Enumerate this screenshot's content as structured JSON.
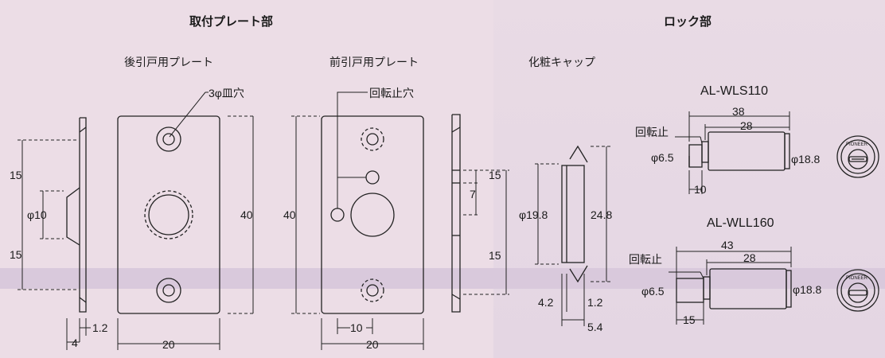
{
  "sections": {
    "plate_title": "取付プレート部",
    "lock_title": "ロック部"
  },
  "parts": {
    "rear_plate": "後引戸用プレート",
    "front_plate": "前引戸用プレート",
    "cap": "化粧キャップ"
  },
  "annotations": {
    "countersunk": "3φ皿穴",
    "anti_rotation_hole": "回転止穴",
    "anti_rotation": "回転止"
  },
  "dims": {
    "d15a": "15",
    "d10dia": "φ10",
    "d15b": "15",
    "d40a": "40",
    "d40b": "40",
    "d1_2": "1.2",
    "d4": "4",
    "d20a": "20",
    "d10": "10",
    "d20b": "20",
    "d15c": "15",
    "d7": "7",
    "d15d": "15",
    "d19_8": "φ19.8",
    "d24_8": "24.8",
    "d4_2": "4.2",
    "d1_2b": "1.2",
    "d5_4": "5.4"
  },
  "locks": [
    {
      "model": "AL-WLS110",
      "overall": "38",
      "body": "28",
      "pin_dia": "φ6.5",
      "body_dia": "φ18.8",
      "pin_len": "10",
      "label": "回転止",
      "key_brand": "PIONEER"
    },
    {
      "model": "AL-WLL160",
      "overall": "43",
      "body": "28",
      "pin_dia": "φ6.5",
      "body_dia": "φ18.8",
      "pin_len": "15",
      "label": "回転止",
      "key_brand": "PIONEER"
    }
  ]
}
